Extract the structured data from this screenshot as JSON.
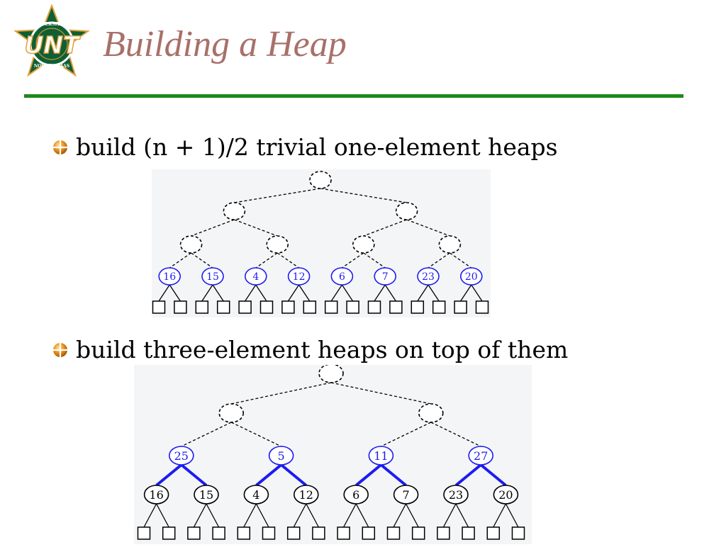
{
  "slide": {
    "title": "Building a Heap",
    "logo_text": "UNT",
    "logo_ring_top": "UNIVERSITY OF",
    "logo_ring_bottom": "NORTH TEXAS",
    "accent_color": "#1b8a1b",
    "title_color": "#a8706a"
  },
  "bullets": [
    {
      "text": "build (n + 1)/2 trivial one-element heaps",
      "icon": "orange-ball-bullet-icon"
    },
    {
      "text": "build three-element heaps on top of them",
      "icon": "orange-ball-bullet-icon"
    }
  ],
  "diagrams": [
    {
      "name": "one-element-heaps",
      "levels": [
        {
          "style": "dashed-empty",
          "keys": [
            ""
          ]
        },
        {
          "style": "dashed-empty",
          "keys": [
            "",
            ""
          ]
        },
        {
          "style": "dashed-empty",
          "keys": [
            "",
            "",
            "",
            ""
          ]
        },
        {
          "style": "blue",
          "keys": [
            "16",
            "15",
            "4",
            "12",
            "6",
            "7",
            "23",
            "20"
          ]
        }
      ],
      "leaf_count": 16
    },
    {
      "name": "three-element-heaps",
      "levels": [
        {
          "style": "dashed-empty",
          "keys": [
            ""
          ]
        },
        {
          "style": "dashed-empty",
          "keys": [
            "",
            ""
          ]
        },
        {
          "style": "blue",
          "keys": [
            "25",
            "5",
            "11",
            "27"
          ]
        },
        {
          "style": "black",
          "keys": [
            "16",
            "15",
            "4",
            "12",
            "6",
            "7",
            "23",
            "20"
          ]
        }
      ],
      "leaf_count": 16
    }
  ],
  "colors": {
    "blue": "#1c1cf0",
    "black": "#000000",
    "dashed": "#000000"
  }
}
